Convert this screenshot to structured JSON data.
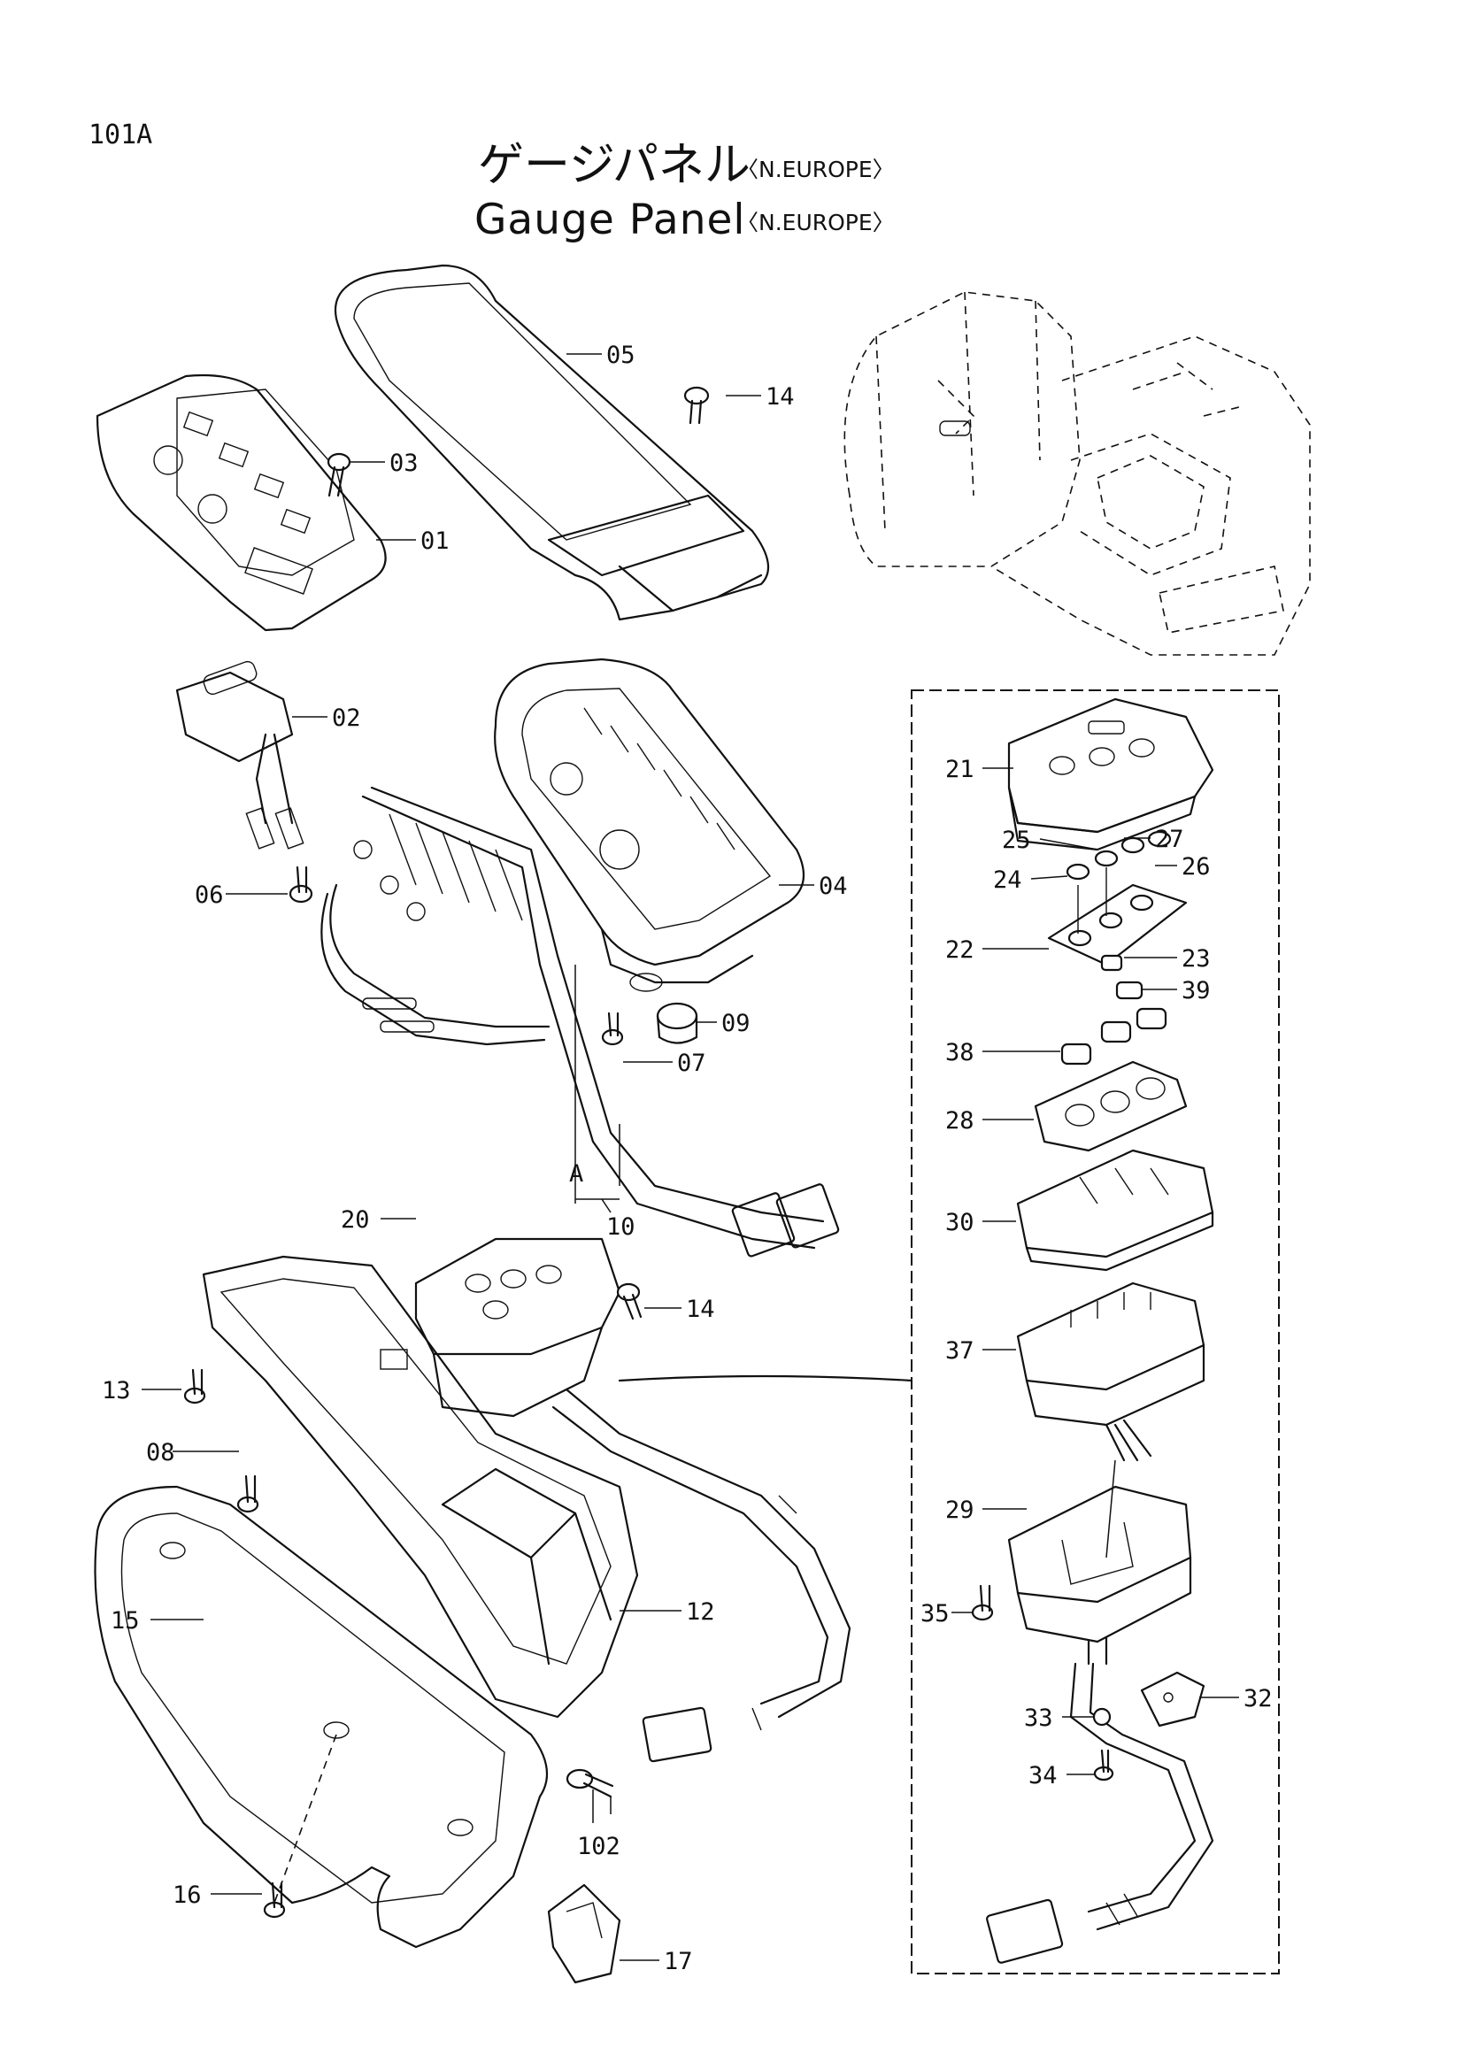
{
  "page_code": "101A",
  "title": {
    "japanese": "ゲージパネル",
    "english": "Gauge Panel",
    "region": "〈N.EUROPE〉"
  },
  "callouts": [
    "01",
    "02",
    "03",
    "04",
    "05",
    "06",
    "07",
    "08",
    "09",
    "10",
    "12",
    "13",
    "14",
    "14",
    "15",
    "16",
    "17",
    "20",
    "21",
    "22",
    "23",
    "24",
    "25",
    "26",
    "27",
    "28",
    "29",
    "30",
    "32",
    "33",
    "34",
    "35",
    "37",
    "38",
    "39",
    "102"
  ],
  "view_marker": "A"
}
